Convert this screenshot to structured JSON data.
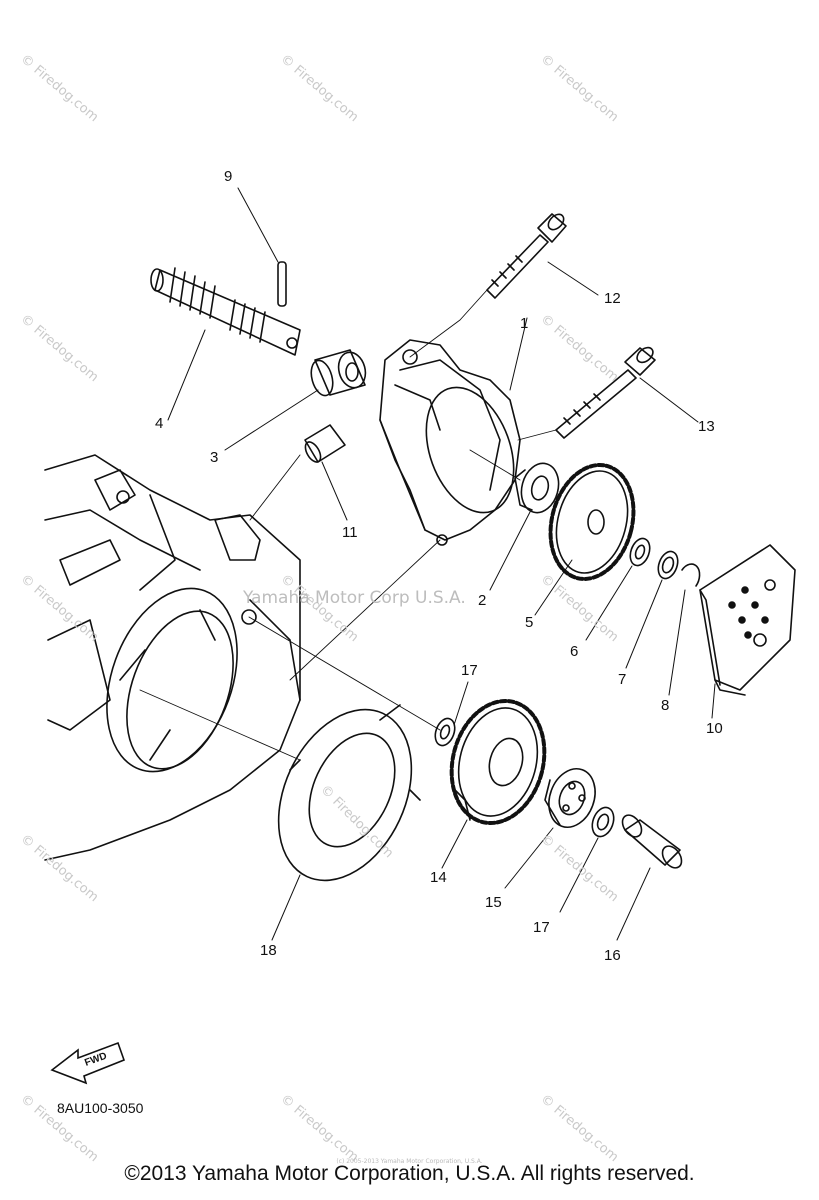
{
  "diagram": {
    "callouts": [
      "9",
      "12",
      "1",
      "13",
      "4",
      "3",
      "11",
      "2",
      "5",
      "6",
      "7",
      "8",
      "10",
      "17",
      "14",
      "15",
      "17",
      "16",
      "18"
    ],
    "watermark_text": "© Firedog.com",
    "center_watermark": "Yamaha Motor Corp U.S.A.",
    "diagram_code": "8AU100-3050",
    "fwd_label": "FWD",
    "tiny_text": "(c) 2005-2013 Yamaha Motor Corporation, U.S.A."
  },
  "footer": {
    "copyright": "©2013 Yamaha Motor Corporation, U.S.A. All rights reserved."
  },
  "colors": {
    "line": "#111111",
    "watermark": "#c9c9c9"
  },
  "icons": [
    "fwd-arrow-icon"
  ]
}
